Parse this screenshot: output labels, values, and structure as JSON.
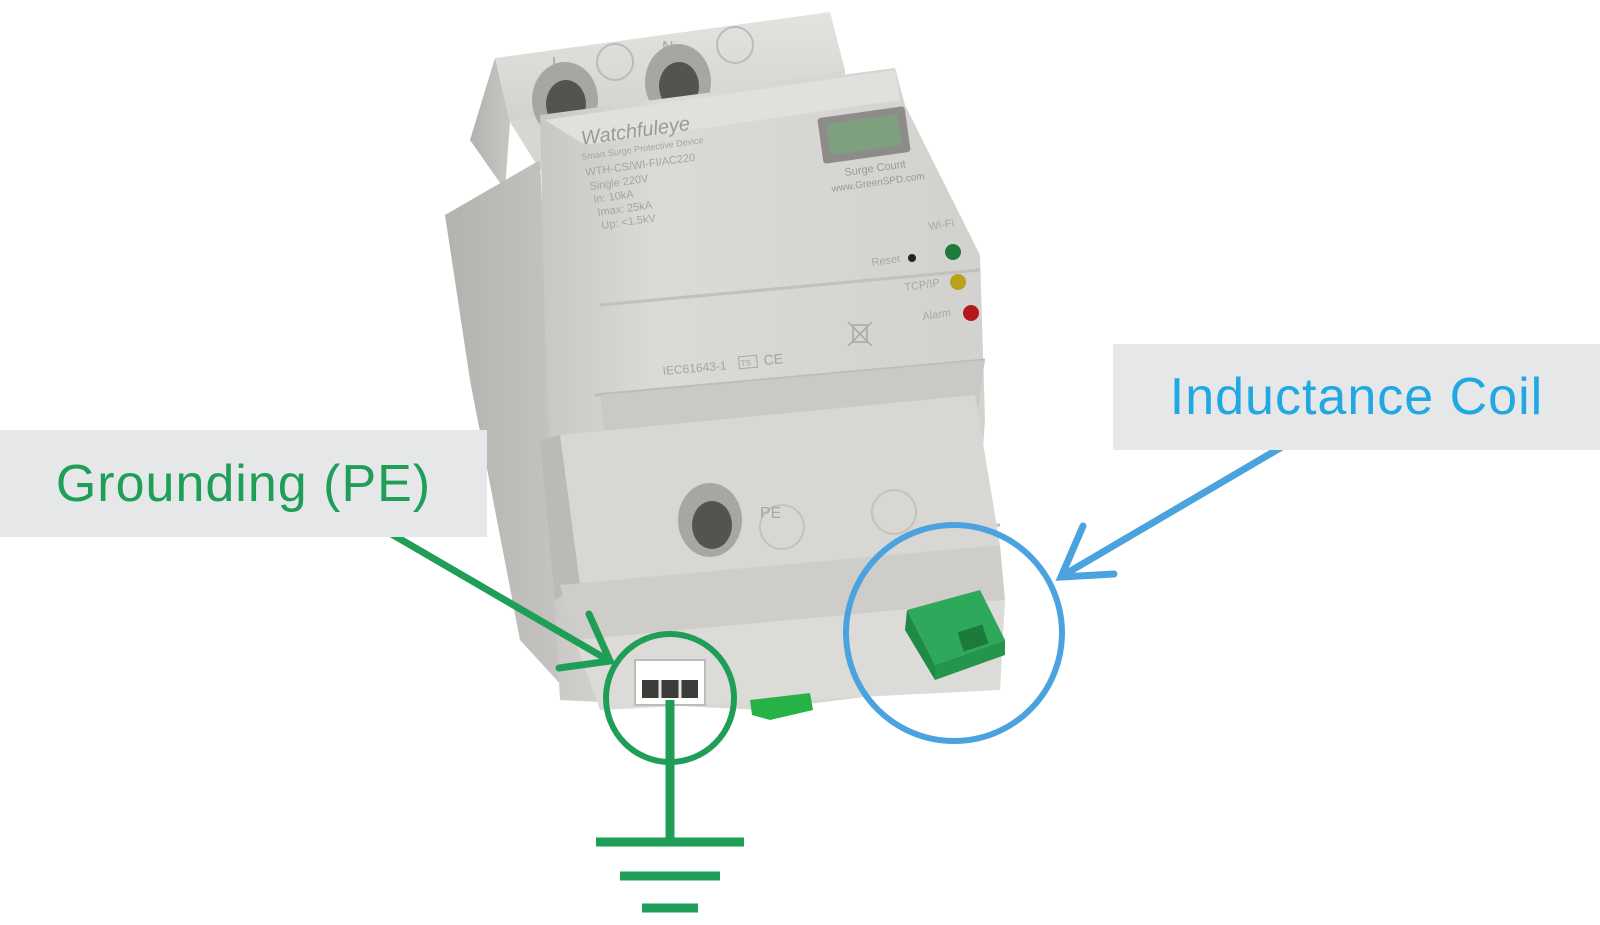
{
  "callouts": {
    "grounding": "Grounding (PE)",
    "inductance": "Inductance Coil"
  },
  "device": {
    "brand": "Watchfuleye",
    "product_name": "Smart Surge Protective Device",
    "model": "WTH-CS/WI-FI/AC220",
    "spec_lines": [
      "Single 220V",
      "In: 10kA",
      "Imax: 25kA",
      "Up: <1.5kV"
    ],
    "counter_label": "Surge Count",
    "website": "www.GreenSPD.com",
    "terminal_l": "L",
    "terminal_n": "N",
    "terminal_pe": "PE",
    "standard": "IEC61643-1",
    "ts_mark": "TS",
    "ce_mark": "CE",
    "reset_label": "Reset",
    "indicators": [
      {
        "label": "Wi-Fi",
        "color": "#1e7a3c"
      },
      {
        "label": "TCP/IP",
        "color": "#b9a21a"
      },
      {
        "label": "Alarm",
        "color": "#b3191b"
      }
    ]
  },
  "colors": {
    "green_accent": "#1f9e58",
    "blue_accent": "#21a8e3",
    "callout_bg": "#e6e7e9"
  },
  "icons": {
    "ground": "ground-symbol-icon",
    "recycle": "weee-bin-icon"
  }
}
